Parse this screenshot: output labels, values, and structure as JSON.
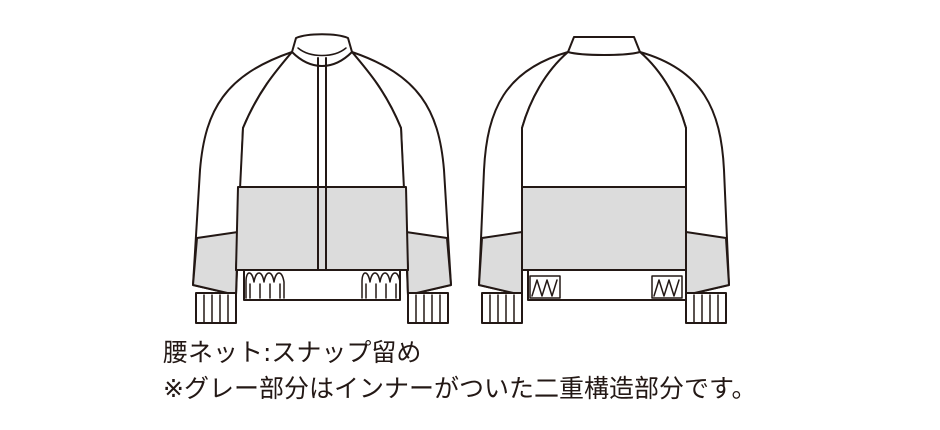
{
  "colors": {
    "outline": "#231815",
    "grey_fill": "#dcdcdc",
    "background": "#ffffff"
  },
  "figure": {
    "views": [
      {
        "name": "front-view"
      },
      {
        "name": "back-view"
      }
    ]
  },
  "captions": {
    "line1": "腰ネット:スナップ留め",
    "line2": "※グレー部分はインナーがついた二重構造部分です。"
  }
}
